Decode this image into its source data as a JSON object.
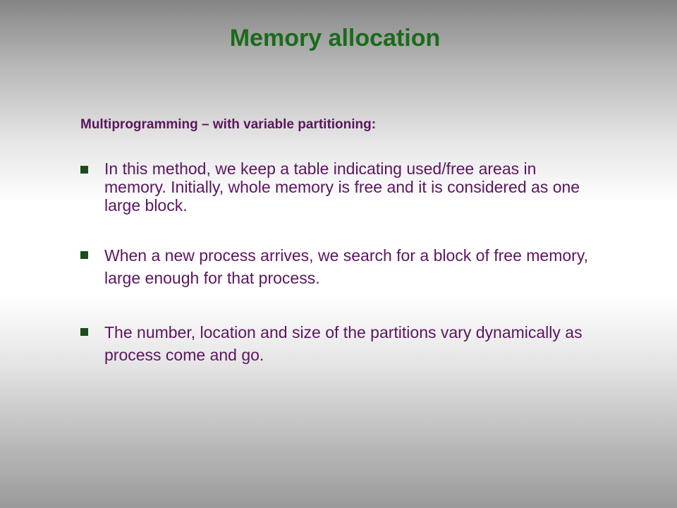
{
  "slide": {
    "title": "Memory allocation",
    "subtitle": "Multiprogramming – with variable partitioning:",
    "bullets": [
      "In this method, we keep a table indicating used/free areas in memory. Initially, whole memory is free and it is considered as one large block.",
      "When a new process arrives, we search for a block of free memory, large enough for that process.",
      "The number, location and size of the partitions vary dynamically as process come and go."
    ]
  },
  "colors": {
    "title": "#1a6b1a",
    "text": "#5c1560",
    "bullet_marker": "#1a4d1a"
  }
}
